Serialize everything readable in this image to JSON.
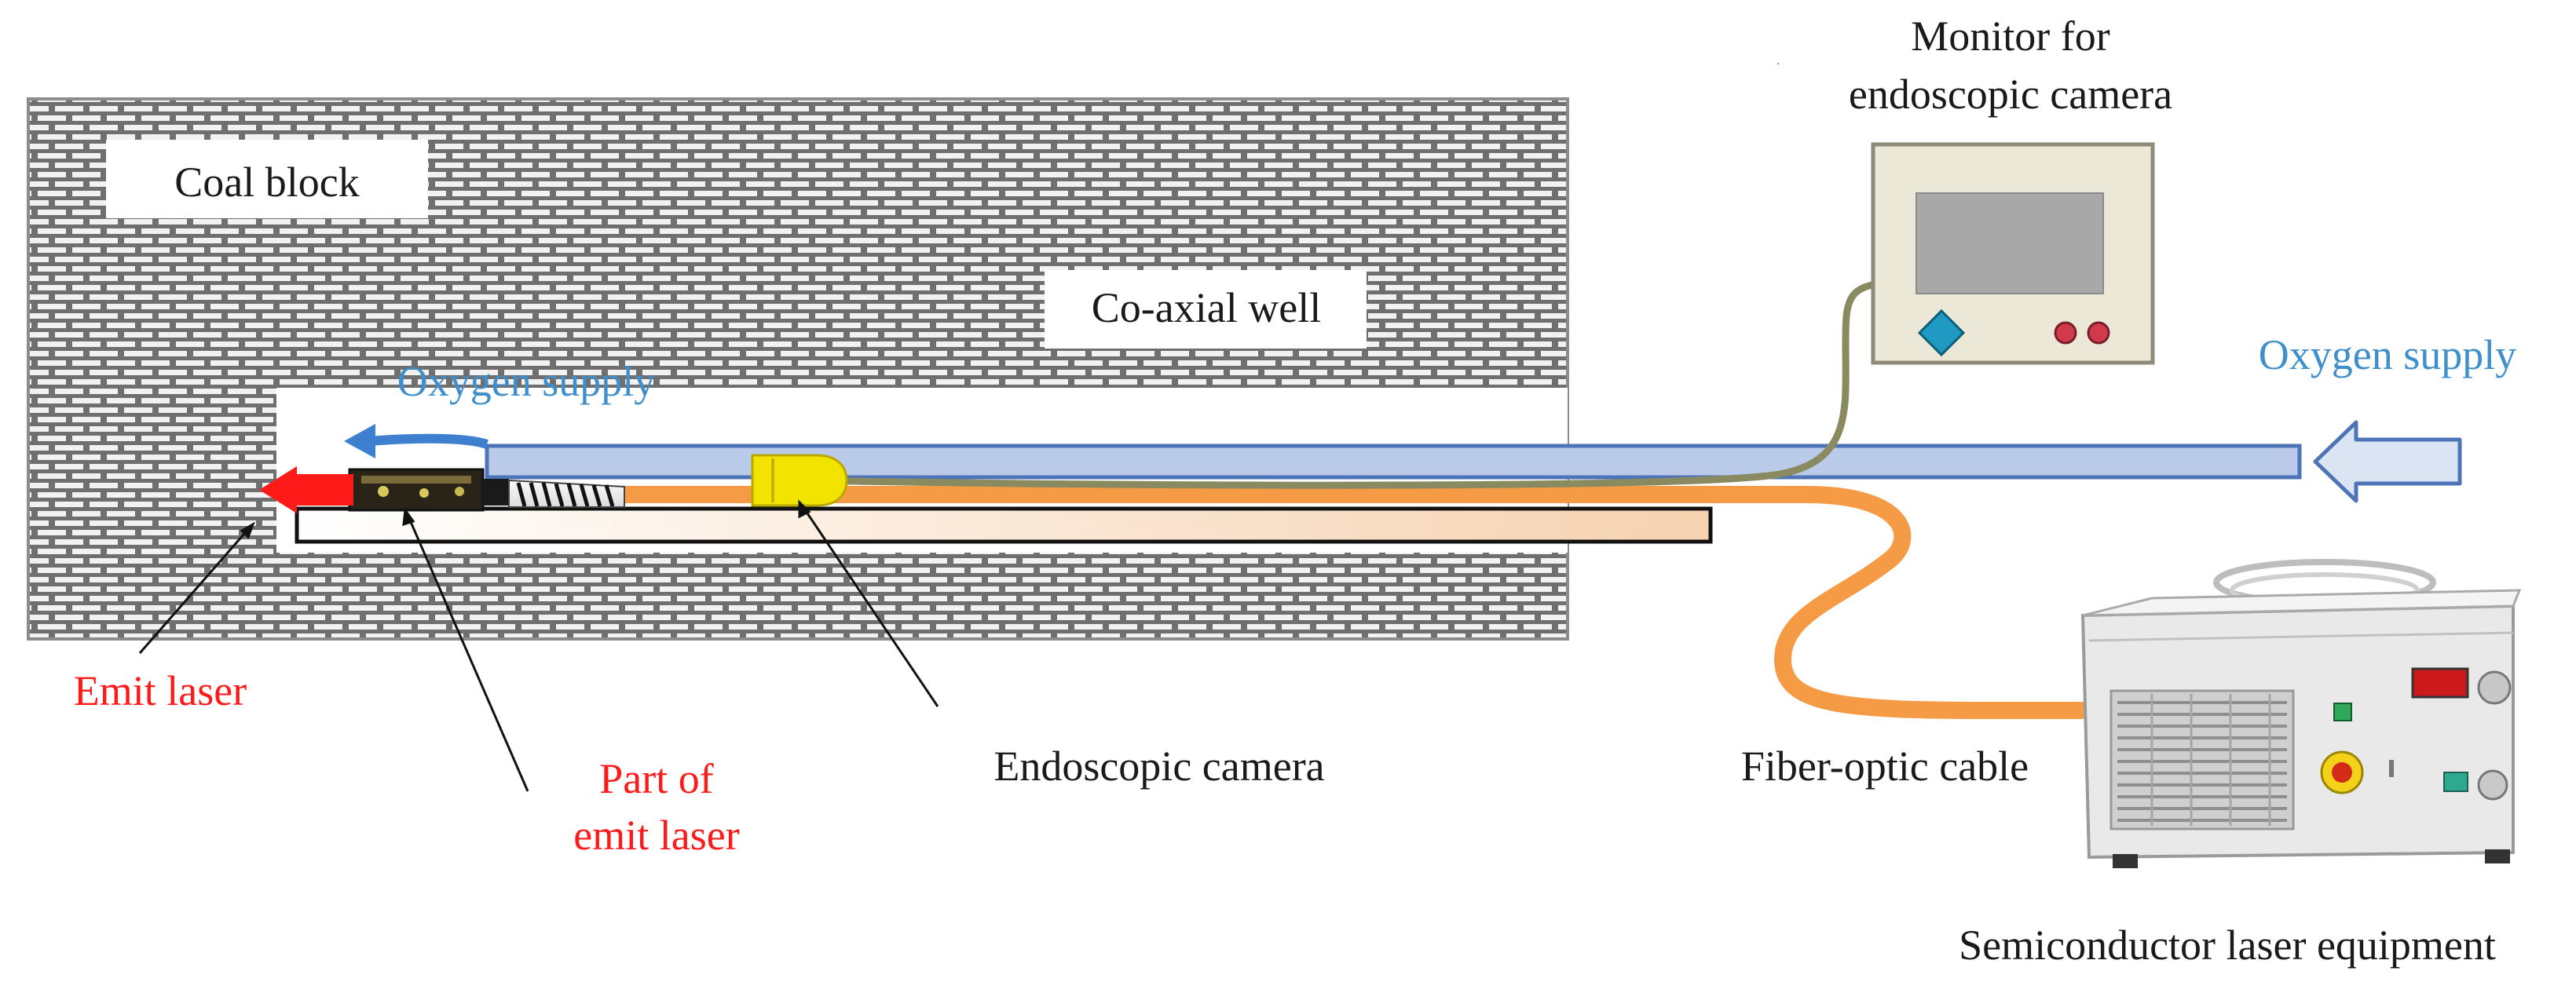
{
  "labels": {
    "coal_block": "Coal block",
    "coaxial_well": "Co-axial well",
    "oxygen_supply_left": "Oxygen supply",
    "oxygen_supply_right": "Oxygen supply",
    "monitor_line1": "Monitor for",
    "monitor_line2": "endoscopic camera",
    "emit_laser": "Emit laser",
    "part_of_emit_laser_line1": "Part of",
    "part_of_emit_laser_line2": "emit laser",
    "endoscopic_camera": "Endoscopic camera",
    "fiber_optic_cable": "Fiber-optic cable",
    "semiconductor_laser_equipment": "Semiconductor laser equipment"
  },
  "colors": {
    "coal_pattern": "#6f6f6f",
    "well_interior": "#ffffff",
    "oxygen_pipe": "#b9cbe8",
    "oxygen_pipe_border": "#4d74b8",
    "arrow_blue": "#dbe4f3",
    "fiber_cable": "#f59a45",
    "camera_cable": "#8a8a60",
    "camera_head": "#f2e400",
    "laser_red": "#ff1a1a",
    "monitor_body": "#ece8d8",
    "monitor_screen": "#a8a8a8",
    "monitor_diamond": "#1f9ac2",
    "monitor_buttons": "#d03a4a",
    "label_blue": "#3e8fcc",
    "label_red": "#ff1a1a"
  },
  "icons": {
    "monitor": "monitor-icon",
    "laser_device": "laser-equipment-icon",
    "camera": "camera-head-icon",
    "oxygen_inlet": "arrow-left-icon",
    "laser_emission": "red-arrow-icon"
  }
}
